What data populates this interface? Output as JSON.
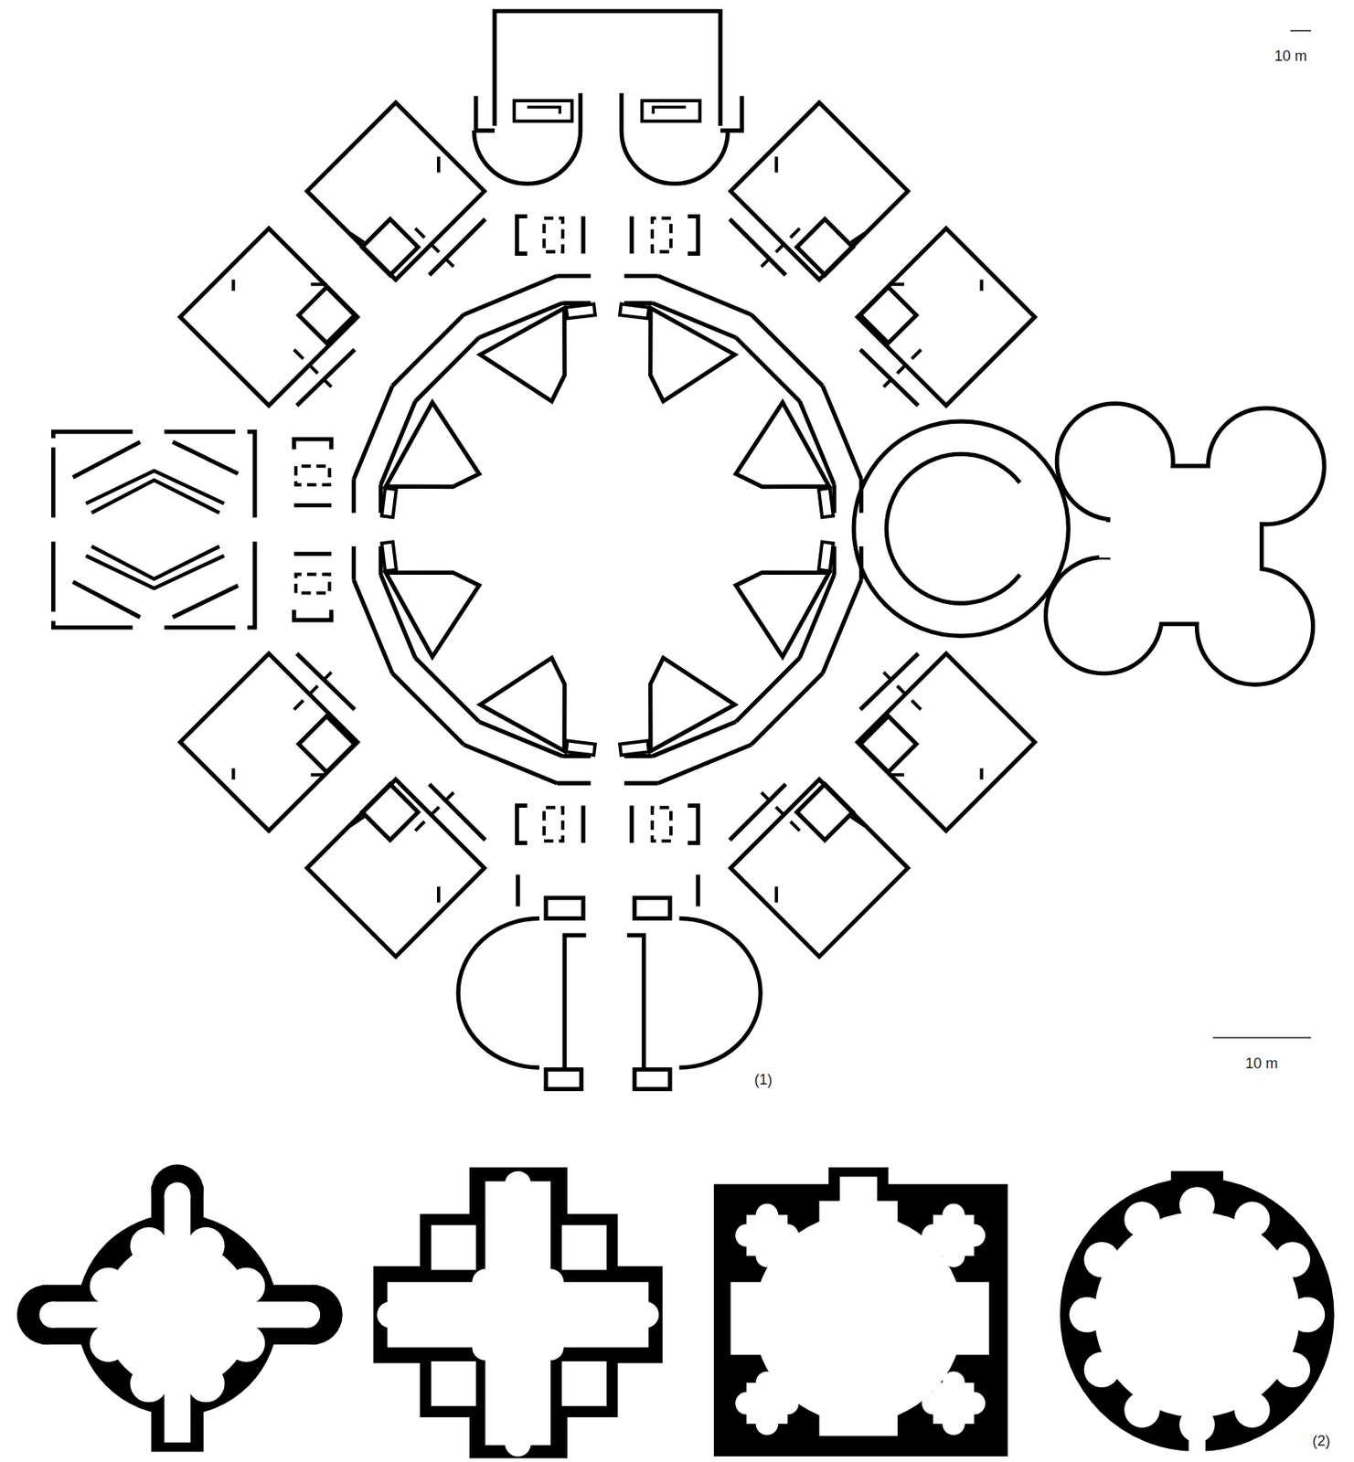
{
  "diagram": {
    "labels": [
      "10 m",
      "10 m",
      "(1)",
      "(2)"
    ]
  }
}
